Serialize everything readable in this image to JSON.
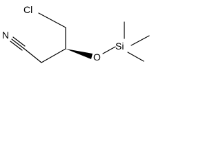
{
  "molecule": {
    "atoms": {
      "chlorine": "Cl",
      "nitrogen": "N",
      "oxygen": "O",
      "silicon": "Si"
    }
  },
  "colors": {
    "bond": "#000000",
    "label": "#000000",
    "background": "#ffffff"
  }
}
